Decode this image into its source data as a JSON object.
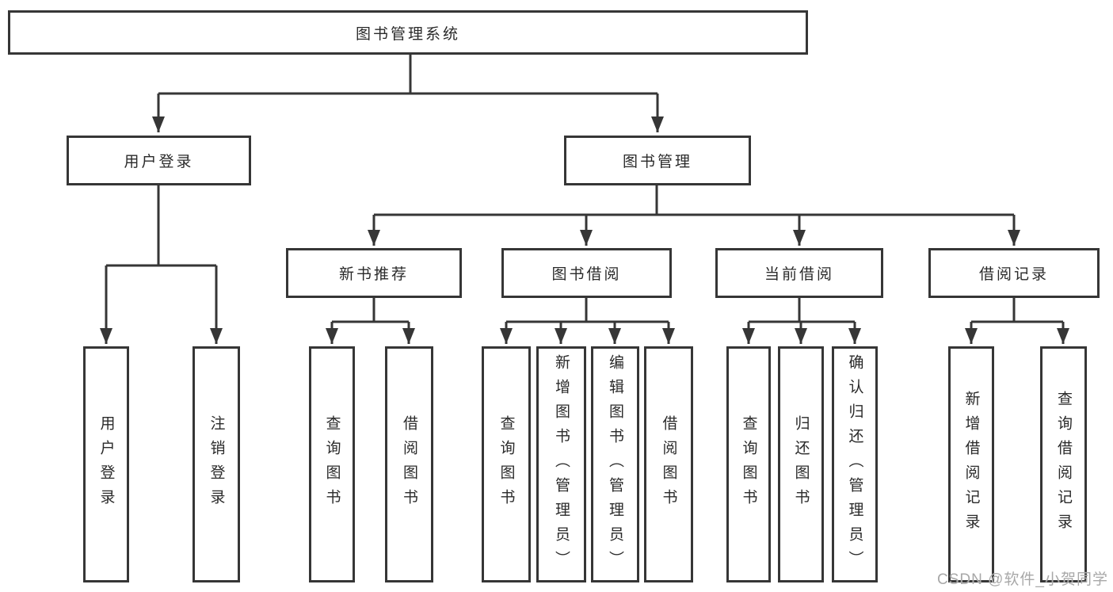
{
  "nodes": {
    "root": {
      "label": "图书管理系统"
    },
    "user_login": {
      "label": "用户登录"
    },
    "book_management": {
      "label": "图书管理"
    },
    "new_book_recommendation": {
      "label": "新书推荐"
    },
    "book_borrowing": {
      "label": "图书借阅"
    },
    "current_borrowing": {
      "label": "当前借阅"
    },
    "borrowing_records": {
      "label": "借阅记录"
    },
    "leaf_user_login": {
      "label": "用户登录"
    },
    "leaf_logout": {
      "label": "注销登录"
    },
    "leaf_search_books_rec": {
      "label": "查询图书"
    },
    "leaf_borrow_books_rec": {
      "label": "借阅图书"
    },
    "leaf_search_books_bor": {
      "label": "查询图书"
    },
    "leaf_add_books_admin": {
      "label": "新增图书（管理员）"
    },
    "leaf_edit_books_admin": {
      "label": "编辑图书（管理员）"
    },
    "leaf_borrow_books_bor": {
      "label": "借阅图书"
    },
    "leaf_search_books_cur": {
      "label": "查询图书"
    },
    "leaf_return_books": {
      "label": "归还图书"
    },
    "leaf_confirm_return_admin": {
      "label": "确认归还（管理员）"
    },
    "leaf_add_borrow_record": {
      "label": "新增借阅记录"
    },
    "leaf_search_borrow_record": {
      "label": "查询借阅记录"
    }
  },
  "watermark": {
    "text": "CSDN @软件_小贺同学"
  },
  "colors": {
    "line": "#363636",
    "text": "#2a2a2a",
    "box_bg": "#ffffff",
    "watermark": "#a8a8a8"
  }
}
